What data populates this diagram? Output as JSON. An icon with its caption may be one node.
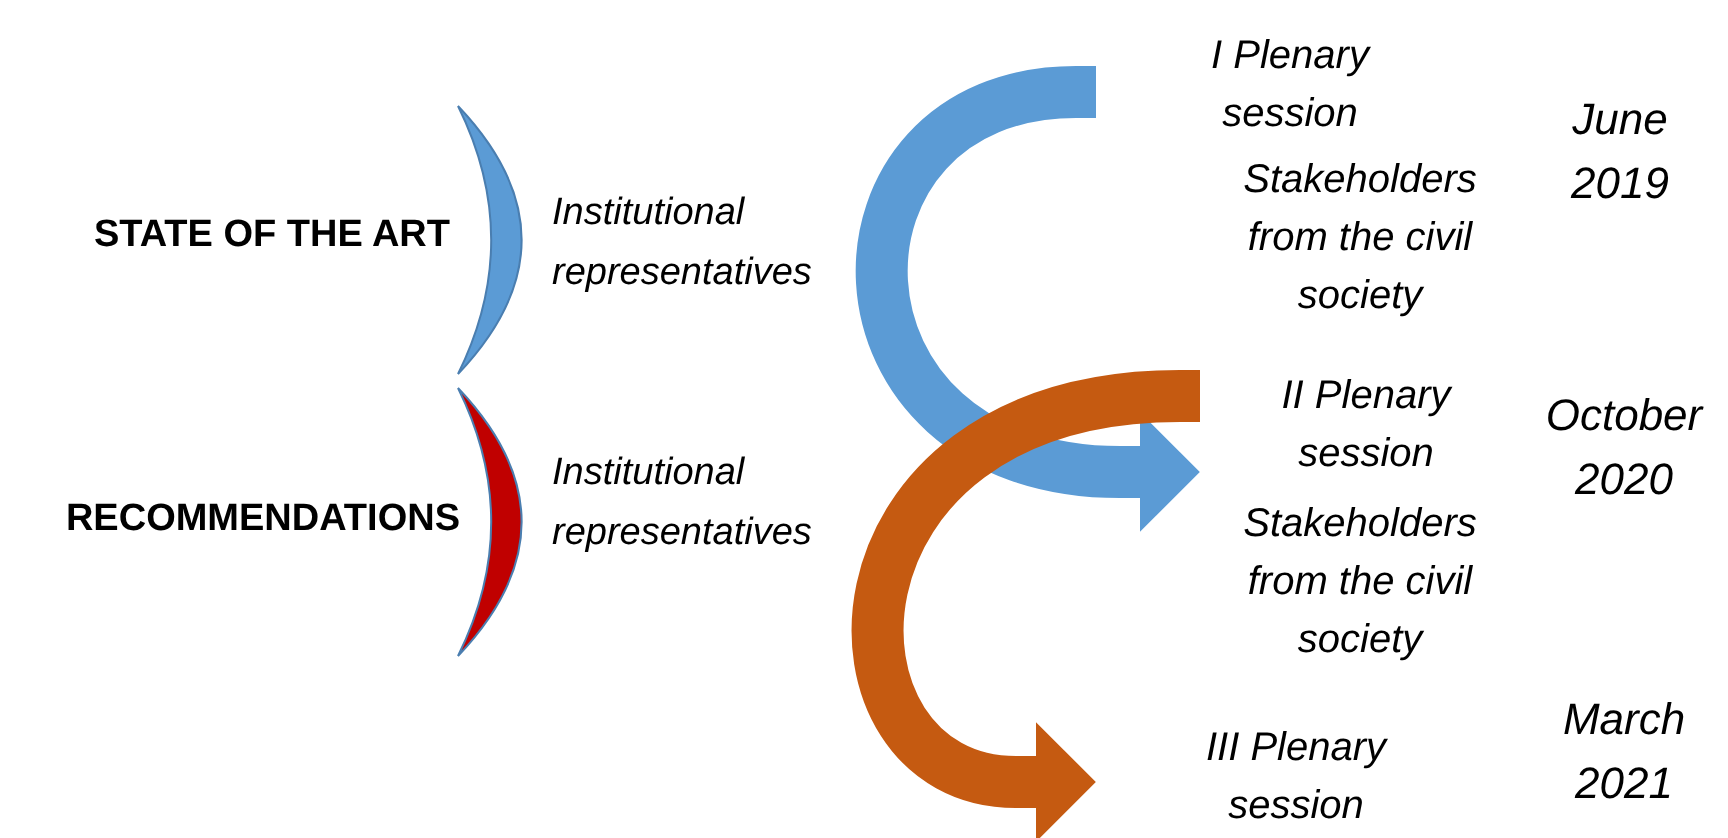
{
  "diagram": {
    "nodes": [
      {
        "text": [
          "I Plenary session"
        ]
      },
      {
        "text": [
          "II Plenary session"
        ]
      },
      {
        "text": [
          "III Plenary session"
        ]
      },
      {
        "text": [],
        "shape": "bracket"
      },
      {
        "text": [],
        "shape": "bracket"
      }
    ],
    "edges": [
      {
        "from": 0,
        "to": 1,
        "arrow": "to",
        "color": "#5b9bd5"
      },
      {
        "from": 1,
        "to": 2,
        "arrow": "to",
        "color": "#c55a11"
      }
    ],
    "labels": [
      "STATE OF THE ART",
      "Institutional representatives",
      "Stakeholders from the civil society",
      "June 2019",
      "October 2020",
      "RECOMMENDATIONS",
      "Institutional representatives",
      "Stakeholders from the civil society",
      "March 2021"
    ]
  }
}
